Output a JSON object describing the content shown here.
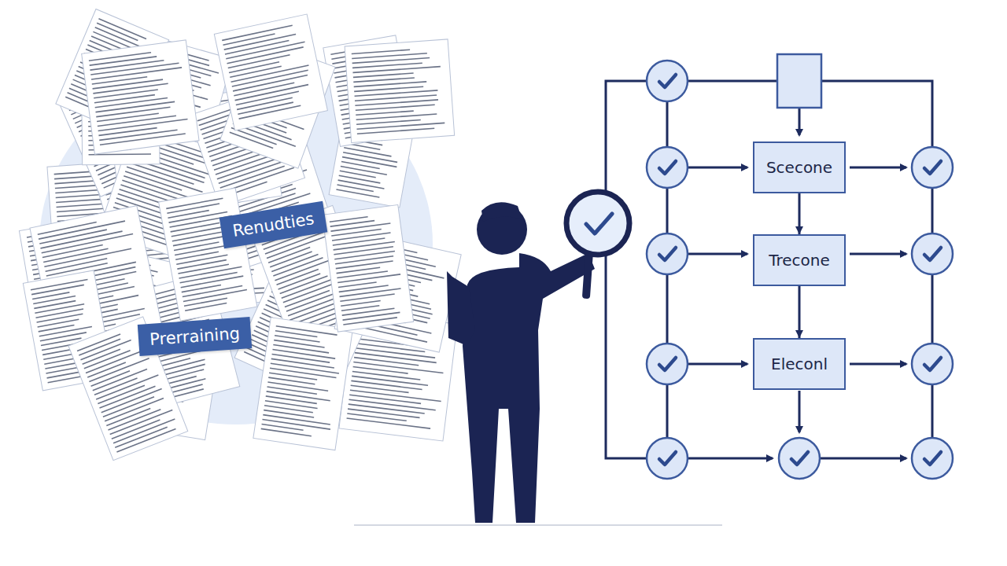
{
  "diagram": {
    "nodes": [
      {
        "text": [
          "Renudties"
        ]
      },
      {
        "text": [
          "Prerraining"
        ]
      },
      {
        "text": [
          "Scecone"
        ]
      },
      {
        "text": [
          "Trecone"
        ]
      },
      {
        "text": [
          "Eleconl"
        ]
      }
    ],
    "edges": [
      {
        "from": 2,
        "to": 3,
        "arrow": "to"
      },
      {
        "from": 3,
        "to": 4,
        "arrow": "to"
      }
    ]
  }
}
